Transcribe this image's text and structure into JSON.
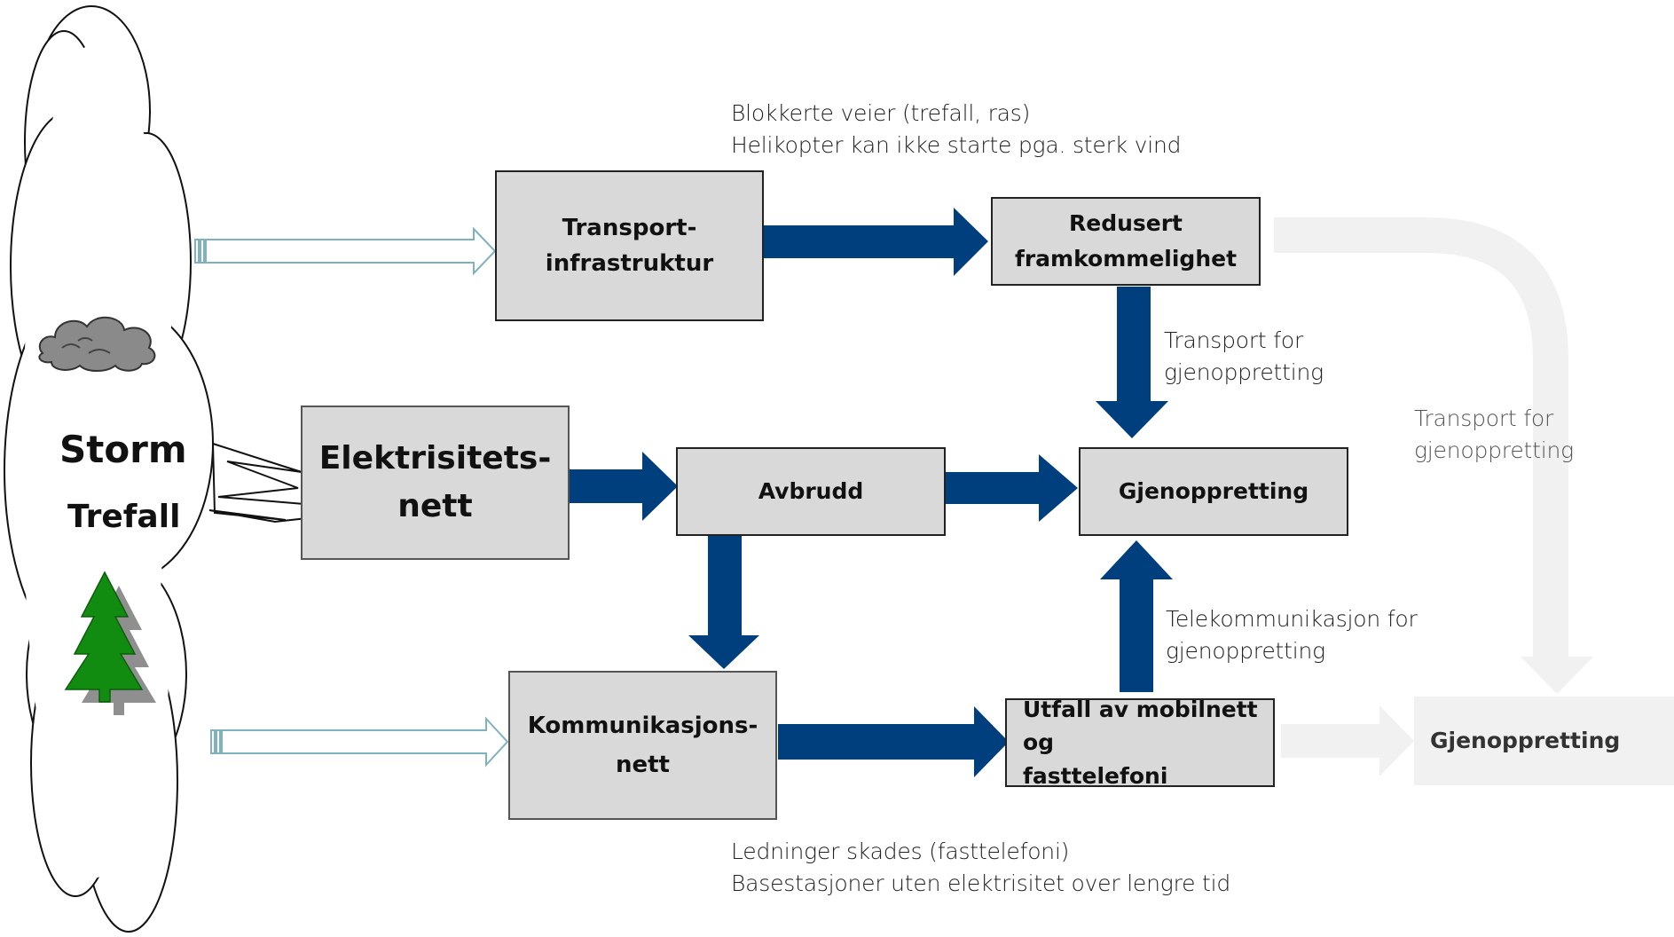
{
  "cloud": {
    "line1": "Storm",
    "line2": "Trefall"
  },
  "boxes": {
    "transport": "Transport-\ninfrastruktur",
    "redusert": "Redusert\nframkommelighet",
    "elektrisitet": "Elektrisitets-\nnett",
    "avbrudd": "Avbrudd",
    "gjenoppretting_main": "Gjenoppretting",
    "kommunikasjon": "Kommunikasjons-\nnett",
    "utfall": "Utfall av mobilnett og\nfasttelefoni",
    "gjenoppretting_faded": "Gjenoppretting"
  },
  "labels": {
    "top_note": "Blokkerte veier (trefall, ras)\nHelikopter kan ikke starte pga. sterk vind",
    "transport_for": "Transport for\ngjenoppretting",
    "transport_for_faded": "Transport for\ngjenoppretting",
    "telekom": "Telekommunikasjon for\n gjenoppretting",
    "bottom_note": "Ledninger skades (fasttelefoni)\nBasestasjoner uten elektrisitet over lengre tid"
  },
  "colors": {
    "arrow_blue": "#003f7d",
    "box_fill": "#d9d9d9",
    "faded_fill": "#f1f1f1",
    "tree_green": "#118c11"
  }
}
